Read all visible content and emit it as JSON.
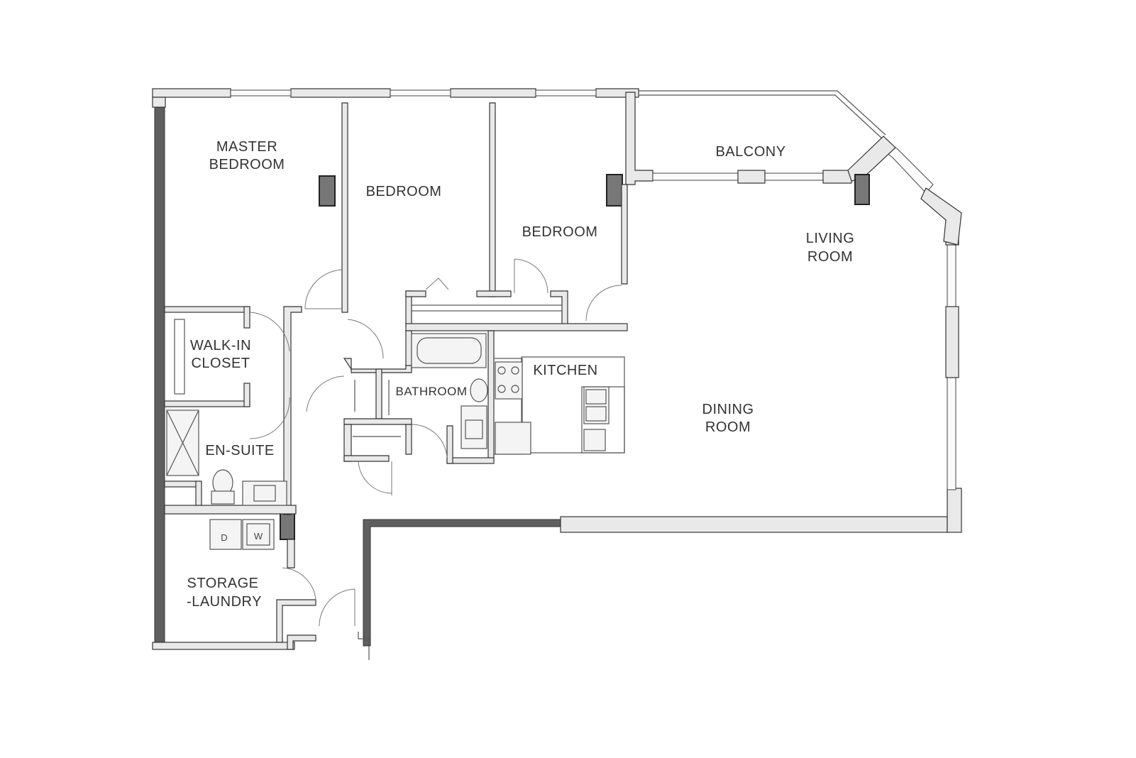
{
  "rooms": {
    "master_bedroom": [
      "MASTER",
      "BEDROOM"
    ],
    "bedroom_1": "BEDROOM",
    "bedroom_2": "BEDROOM",
    "balcony": "BALCONY",
    "living_room": [
      "LIVING",
      "ROOM"
    ],
    "walk_in_closet": [
      "WALK-IN",
      "CLOSET"
    ],
    "bathroom": "BATHROOM",
    "kitchen": "KITCHEN",
    "dining_room": [
      "DINING",
      "ROOM"
    ],
    "en_suite": "EN-SUITE",
    "storage_laundry": [
      "STORAGE",
      "-LAUNDRY"
    ]
  },
  "appliances": {
    "dryer": "D",
    "washer": "W"
  }
}
